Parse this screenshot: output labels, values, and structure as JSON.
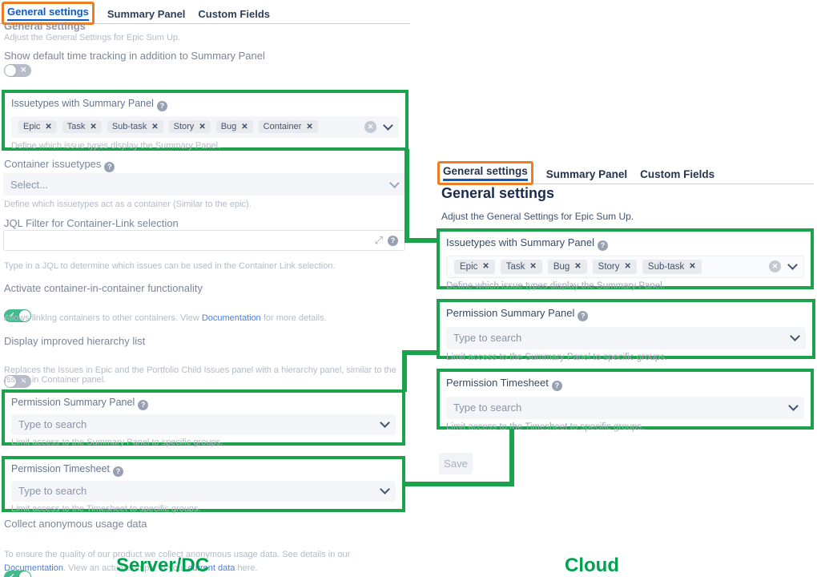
{
  "icons": {
    "help": "?",
    "close": "✕",
    "check": "✓",
    "expand": "⤢"
  },
  "server": {
    "tabs": [
      "General settings",
      "Summary Panel",
      "Custom Fields"
    ],
    "heading": "General settings",
    "subheading": "Adjust the General Settings for Epic Sum Up.",
    "time_tracking_label": "Show default time tracking in addition to Summary Panel",
    "issuetypes": {
      "label": "Issuetypes with Summary Panel",
      "tags": [
        "Epic",
        "Task",
        "Sub-task",
        "Story",
        "Bug",
        "Container"
      ],
      "help": "Define which issue types display the Summary Panel."
    },
    "container_issuetypes": {
      "label": "Container issuetypes",
      "placeholder": "Select...",
      "help": "Define which issuetypes act as a container (Similar to the epic)."
    },
    "jql": {
      "label": "JQL Filter for Container-Link selection",
      "value": "",
      "help": "Type in a JQL to determine which issues can be used in the Container Link selection."
    },
    "container_in_container": {
      "label": "Activate container-in-container functionality",
      "help_pre": "Allows linking containers to other containers. View ",
      "help_link": "Documentation",
      "help_post": " for more details."
    },
    "hierarchy": {
      "label": "Display improved hierarchy list",
      "help": "Replaces the Issues in Epic and the Portfolio Child Issues panel with a hierarchy panel, similar to the Issues in Container panel."
    },
    "perm_summary": {
      "label": "Permission Summary Panel",
      "placeholder": "Type to search",
      "help": "Limit access to the Summary Panel to specific groups."
    },
    "perm_timesheet": {
      "label": "Permission Timesheet",
      "placeholder": "Type to search",
      "help": "Limit access to the Timesheet to specific groups."
    },
    "usage": {
      "label": "Collect anonymous usage data",
      "help_pre": "To ensure the quality of our product we collect anonymous usage data. See details in our ",
      "help_link1": "Documentation",
      "help_mid": ". View an actual sample of your ",
      "help_link2": "current data",
      "help_post": " here."
    },
    "caption": "Server/DC"
  },
  "cloud": {
    "tabs": [
      "General settings",
      "Summary Panel",
      "Custom Fields"
    ],
    "heading": "General settings",
    "subheading": "Adjust the General Settings for Epic Sum Up.",
    "issuetypes": {
      "label": "Issuetypes with Summary Panel",
      "tags": [
        "Epic",
        "Task",
        "Bug",
        "Story",
        "Sub-task"
      ],
      "help": "Define which issue types display the Summary Panel."
    },
    "perm_summary": {
      "label": "Permission Summary Panel",
      "placeholder": "Type to search",
      "help": "Limit access to the Summary Panel to specific groups."
    },
    "perm_timesheet": {
      "label": "Permission Timesheet",
      "placeholder": "Type to search",
      "help": "Limit access to the Timesheet to specific groups."
    },
    "save_label": "Save",
    "caption": "Cloud"
  }
}
